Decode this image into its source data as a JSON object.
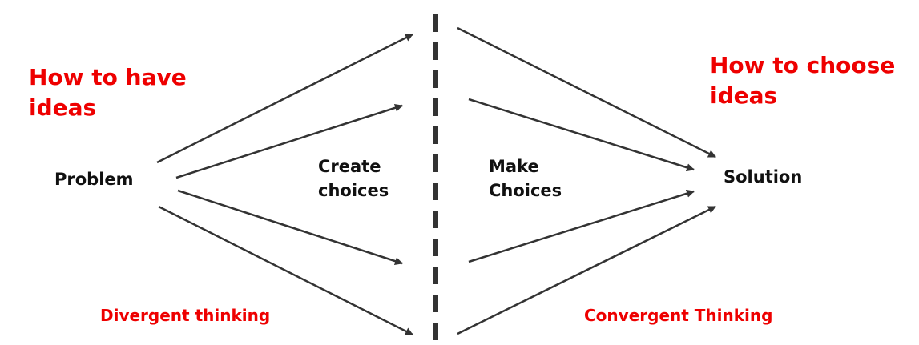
{
  "diagram": {
    "divergent_heading_line1": "How to have",
    "divergent_heading_line2": "ideas",
    "convergent_heading_line1": "How to choose",
    "convergent_heading_line2": "ideas",
    "start_node": "Problem",
    "end_node": "Solution",
    "create_line1": "Create",
    "create_line2": "choices",
    "make_line1": "Make",
    "make_line2": "Choices",
    "divergent_caption": "Divergent thinking",
    "convergent_caption": "Convergent Thinking",
    "colors": {
      "heading": "#ee0000",
      "text": "#111111",
      "arrow": "#333333"
    }
  }
}
